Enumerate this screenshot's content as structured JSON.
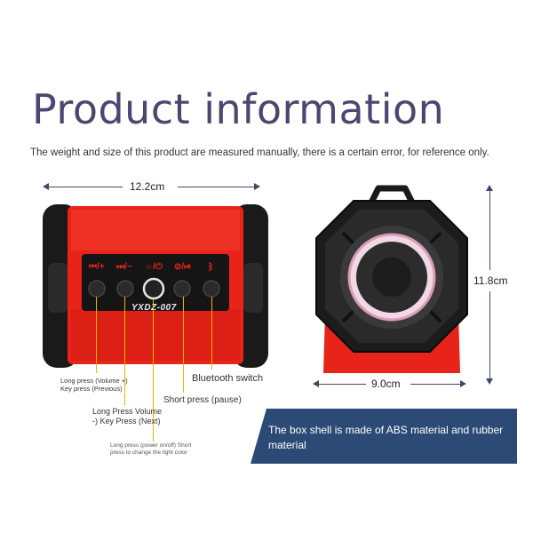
{
  "header": {
    "title": "Product information",
    "disclaimer": "The weight and size of this product are measured manually, there is a certain error, for reference only."
  },
  "dimensions": {
    "width": "12.2cm",
    "height": "11.8cm",
    "depth": "9.0cm"
  },
  "device": {
    "model": "YXDZ-007",
    "button_icons": [
      "prev-volume-up-icon",
      "next-volume-down-icon",
      "power-light-icon",
      "mode-play-pause-icon",
      "bluetooth-icon"
    ]
  },
  "callouts": {
    "prev": "Long press (Volume +) Key press (Previous)",
    "next_line1": "Long Press Volume",
    "next_line2": "-) Key Press (Next)",
    "power": "Long press (power on/off) Short press to change the light color",
    "pause": "Short press (pause)",
    "bluetooth": "Bluetooth switch"
  },
  "banner": {
    "text": "The box shell is made of ABS material and rubber material"
  },
  "colors": {
    "title": "#4a4870",
    "accent_red": "#e8231a",
    "banner": "#2c4a76",
    "callout": "#f0b400"
  }
}
